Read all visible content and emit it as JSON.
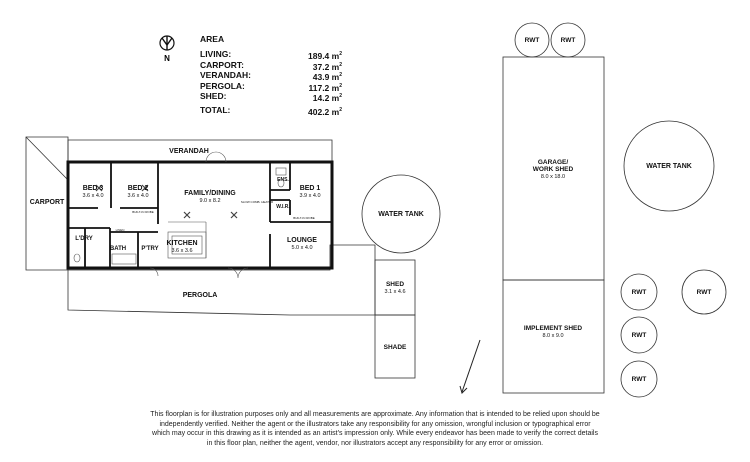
{
  "area": {
    "title": "AREA",
    "rows": [
      {
        "label": "LIVING:",
        "value": "189.4 m",
        "unit_sup": "2"
      },
      {
        "label": "CARPORT:",
        "value": "37.2 m",
        "unit_sup": "2"
      },
      {
        "label": "VERANDAH:",
        "value": "43.9 m",
        "unit_sup": "2"
      },
      {
        "label": "PERGOLA:",
        "value": "117.2 m",
        "unit_sup": "2"
      },
      {
        "label": "SHED:",
        "value": "14.2 m",
        "unit_sup": "2"
      }
    ],
    "total": {
      "label": "TOTAL:",
      "value": "402.2 m",
      "unit_sup": "2"
    }
  },
  "compass": {
    "label": "N"
  },
  "rooms": {
    "verandah": "VERANDAH",
    "carport": "CARPORT",
    "bed3": {
      "name": "BED 3",
      "size": "3.6 x 4.0"
    },
    "bed2": {
      "name": "BED 2",
      "size": "3.6 x 4.0"
    },
    "family": {
      "name": "FAMILY/DINING",
      "size": "9.0 x 8.2"
    },
    "bed1": {
      "name": "BED 1",
      "size": "3.9 x 4.0"
    },
    "ens": "ENS.",
    "wir": "W.I.R.",
    "ldry": "L'DRY",
    "bath": "BATH",
    "kitchen": {
      "name": "KITCHEN",
      "size": "3.6 x 3.6"
    },
    "ptry": "P'TRY",
    "lounge": {
      "name": "LOUNGE",
      "size": "5.0 x 4.0"
    },
    "pergola": "PERGOLA",
    "built_in_robe_1": "BUILT-IN ROBE",
    "built_in_robe_2": "BUILT-IN ROBE",
    "slow_combustion": "SLOW COMB. HEATER",
    "linen": "LINEN"
  },
  "outbuildings": {
    "water_tank_1": "WATER TANK",
    "shed": {
      "name": "SHED",
      "size": "3.1 x 4.6"
    },
    "shade": "SHADE",
    "garage": {
      "name": "GARAGE/\nWORK SHED",
      "line1": "GARAGE/",
      "line2": "WORK SHED",
      "size": "8.0 x 18.0"
    },
    "implement": {
      "name": "IMPLEMENT SHED",
      "size": "8.0 x 9.0"
    },
    "water_tank_2": "WATER TANK",
    "rwt": [
      "RWT",
      "RWT",
      "RWT",
      "RWT",
      "RWT",
      "RWT"
    ]
  },
  "disclaimer": "This floorplan is for illustration purposes only and all measurements are approximate. Any information that is intended to be relied upon should be independently verified. Neither the agent or the illustrators take any responsibility for any omission, wrongful inclusion or typographical error which may occur in this drawing as it is intended as an artist's impression only. While every endeavor has been made to verify the correct details in this floor plan, neither the agent, vendor, nor illustrators accept any responsibility for any error or omission."
}
